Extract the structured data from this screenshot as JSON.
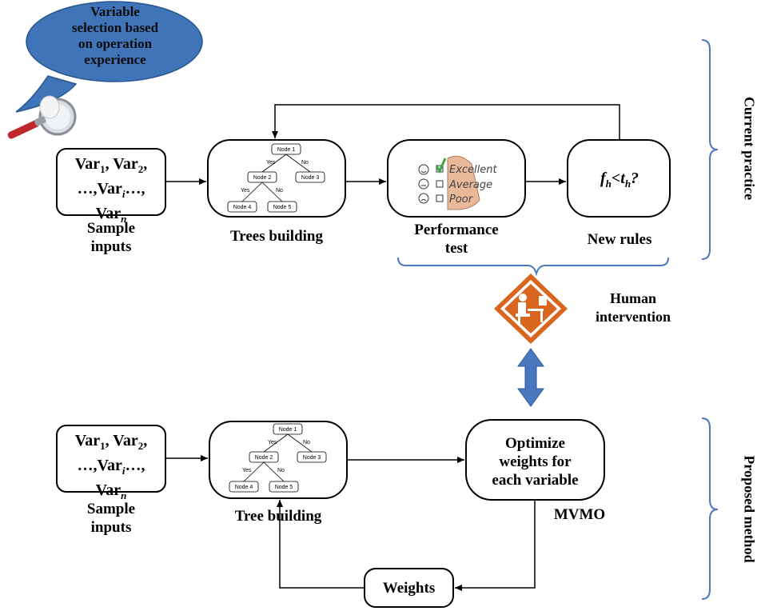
{
  "bubble": {
    "lines": [
      "Variable",
      "selection based",
      "on operation",
      "experience"
    ]
  },
  "current": {
    "sample_box": {
      "line1": "Var",
      "s1": "1",
      "sep1": ", Var",
      "s2": "2",
      "tail1": ",",
      "line2a": "…,Var",
      "si": "i",
      "line2b": "…,",
      "line3": "Var",
      "sn": "n"
    },
    "sample_label": [
      "Sample",
      "inputs"
    ],
    "trees_label": "Trees building",
    "perf_label": [
      "Performance",
      "test"
    ],
    "perf_items": [
      "Excellent",
      "Average",
      "Poor"
    ],
    "rule_text": {
      "f": "f",
      "fs": "h",
      "lt": "<",
      "t": "t",
      "ts": "h",
      "q": "?"
    },
    "rules_label": "New rules",
    "section_label": "Current practice"
  },
  "human": {
    "lines": [
      "Human",
      "intervention"
    ]
  },
  "proposed": {
    "sample_box": {
      "line1": "Var",
      "s1": "1",
      "sep1": ", Var",
      "s2": "2",
      "tail1": ",",
      "line2a": "…,Var",
      "si": "i",
      "line2b": "…,",
      "line3": "Var",
      "sn": "n"
    },
    "sample_label": [
      "Sample",
      "inputs"
    ],
    "tree_label": "Tree building",
    "optimize_lines": [
      "Optimize",
      "weights for",
      "each variable"
    ],
    "mvmo_label": "MVMO",
    "weights_label": "Weights",
    "section_label": "Proposed method"
  },
  "tree": {
    "nodes": [
      "Node 1",
      "Node 2",
      "Node 3",
      "Node 4",
      "Node 5"
    ],
    "edges": [
      "Yes",
      "No",
      "Yes",
      "No"
    ]
  },
  "colors": {
    "bubble": "#3f74b8",
    "arrow": "#4a78bf",
    "sign": "#d9661e",
    "bracket": "#4a78bf"
  }
}
